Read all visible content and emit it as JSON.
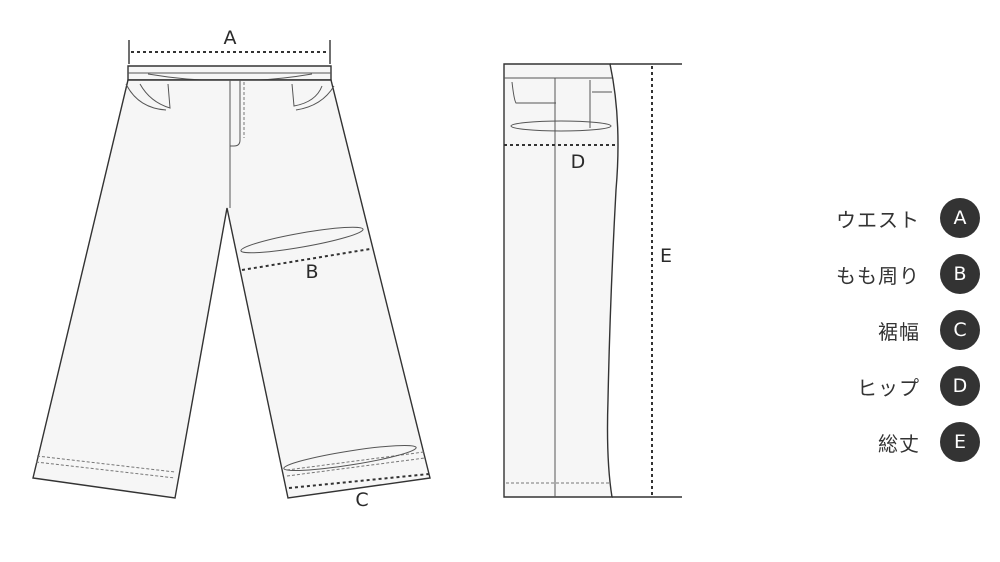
{
  "labels": {
    "a": "A",
    "b": "B",
    "c": "C",
    "d": "D",
    "e": "E"
  },
  "legend": [
    {
      "name": "ウエスト",
      "key": "A"
    },
    {
      "name": "もも周り",
      "key": "B"
    },
    {
      "name": "裾幅",
      "key": "C"
    },
    {
      "name": "ヒップ",
      "key": "D"
    },
    {
      "name": "総丈",
      "key": "E"
    }
  ],
  "colors": {
    "line": "#333333",
    "garment_fill": "#f6f6f6",
    "badge": "#333333"
  }
}
